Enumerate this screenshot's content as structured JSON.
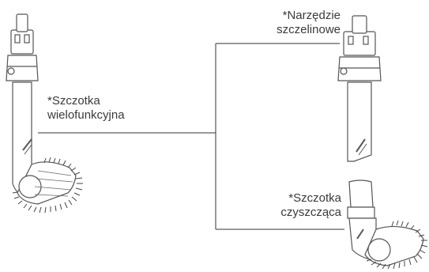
{
  "labels": {
    "multi_brush": {
      "line1": "*Szczotka",
      "line2": "wielofunkcyjna"
    },
    "crevice_tool": {
      "line1": "*Narzędzie",
      "line2": "szczelinowe"
    },
    "cleaning_brush": {
      "line1": "*Szczotka",
      "line2": "czyszcząca"
    }
  },
  "colors": {
    "line": "#333333",
    "stroke": "#555555",
    "bristle": "#444444",
    "text": "#3a3a3a"
  }
}
